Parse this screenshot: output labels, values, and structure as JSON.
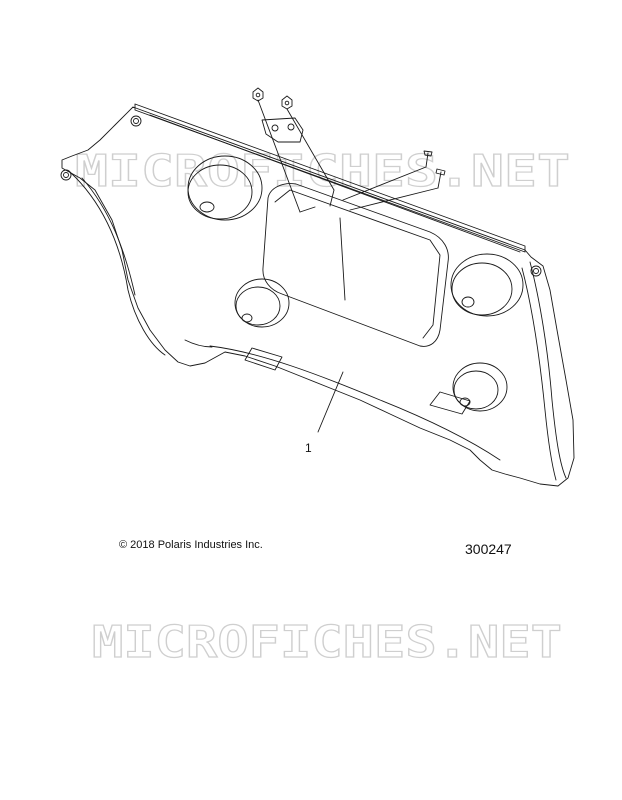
{
  "callouts": {
    "part_1": "1"
  },
  "footer": {
    "copyright": "© 2018 Polaris Industries Inc.",
    "figure_number": "300247"
  },
  "watermark": {
    "text": "MICROFICHES.NET"
  },
  "colors": {
    "line": "#1a1a1a",
    "watermark": "#d2d2d2"
  }
}
